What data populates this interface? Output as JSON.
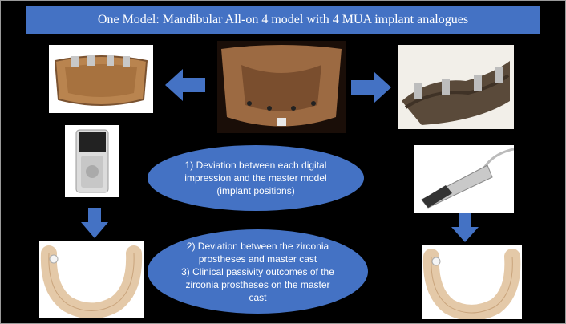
{
  "title": "One Model: Mandibular All-on 4 model with 4 MUA implant analogues",
  "ellipse_top": {
    "lines": [
      "1) Deviation between each digital",
      "impression and the master model",
      "(implant positions)"
    ]
  },
  "ellipse_bottom": {
    "lines": [
      "2) Deviation between the zirconia",
      "prostheses and master cast",
      "3) Clinical passivity outcomes of the",
      "zirconia prostheses on the master",
      "cast"
    ]
  },
  "colors": {
    "background": "#000000",
    "accent_blue": "#4472c4",
    "text_white": "#ffffff"
  }
}
